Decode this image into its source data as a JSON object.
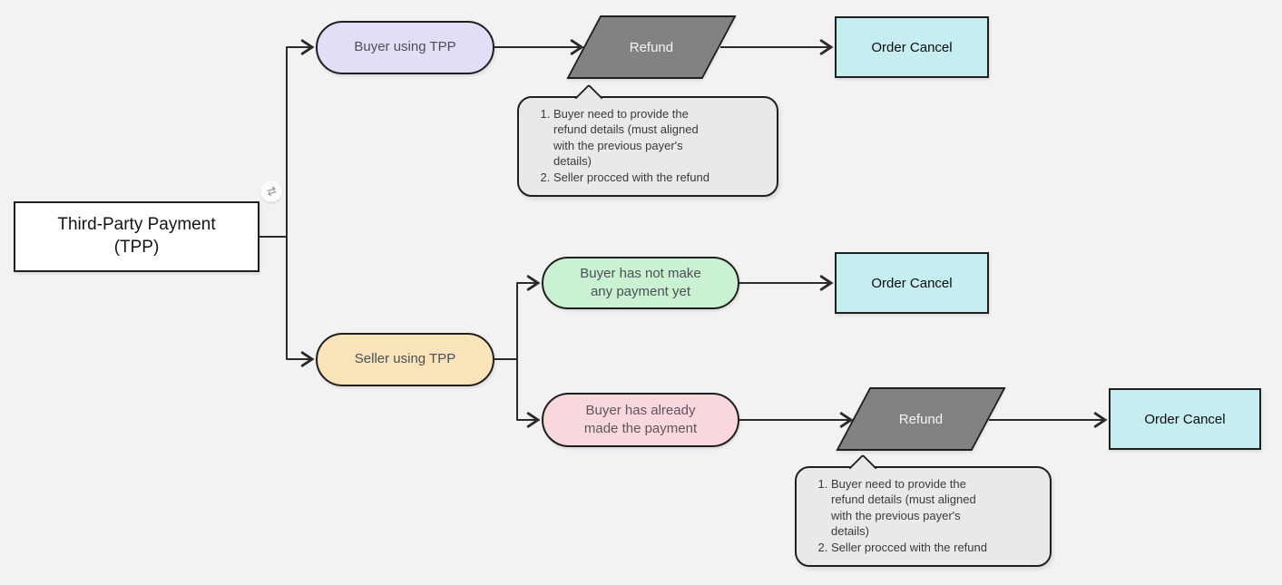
{
  "palette": {
    "background": "#f2f2f3",
    "shape_border": "#1f1f1f",
    "connector": "#2b2b2b",
    "root_fill": "#ffffff",
    "buyer_pill_fill": "#e1def7",
    "seller_pill_fill": "#f8e4b8",
    "no_payment_pill_fill": "#caf1d2",
    "paid_pill_fill": "#f8d7dd",
    "refund_fill": "#828282",
    "refund_text": "#f5f5f5",
    "order_cancel_fill": "#c6edf0",
    "note_fill": "#e9e9e9"
  },
  "icons": {
    "branch_toggle": "⇄"
  },
  "nodes": {
    "root": {
      "label": "Third-Party Payment\n(TPP)"
    },
    "buyer": {
      "label": "Buyer using TPP"
    },
    "seller": {
      "label": "Seller using TPP"
    },
    "no_payment": {
      "label": "Buyer has not make\nany payment yet"
    },
    "paid": {
      "label": "Buyer has already\nmade the payment"
    },
    "refund1": {
      "label": "Refund"
    },
    "refund2": {
      "label": "Refund"
    },
    "cancel1": {
      "label": "Order Cancel"
    },
    "cancel2": {
      "label": "Order Cancel"
    },
    "cancel3": {
      "label": "Order Cancel"
    }
  },
  "notes": {
    "refund_steps1": {
      "items": [
        "Buyer need to provide the\nrefund details (must aligned\nwith the previous payer's\ndetails)",
        "Seller procced with the refund"
      ]
    },
    "refund_steps2": {
      "items": [
        "Buyer need to provide the\nrefund details (must aligned\nwith the previous payer's\ndetails)",
        "Seller procced with the refund"
      ]
    }
  }
}
